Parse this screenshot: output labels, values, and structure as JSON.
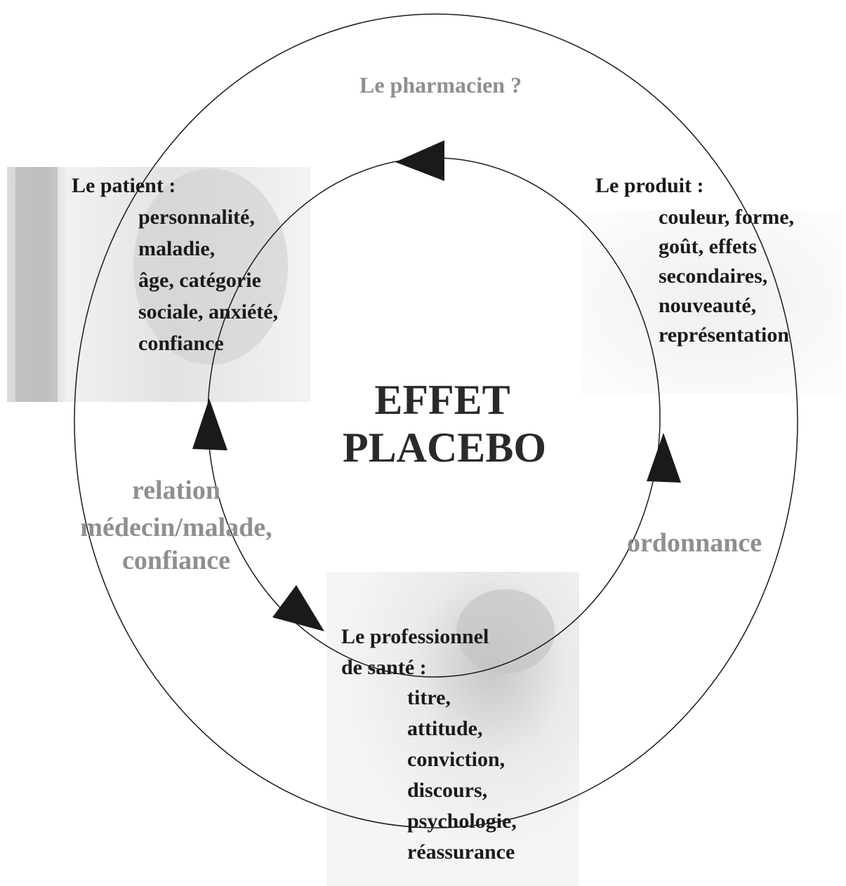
{
  "center": {
    "line1": "EFFET",
    "line2": "PLACEBO"
  },
  "pharmacien": "Le pharmacien ?",
  "patient": {
    "title": "Le patient :",
    "items": [
      "personnalité,",
      "maladie,",
      "âge, catégorie",
      "sociale, anxiété,",
      "confiance"
    ]
  },
  "produit": {
    "title": "Le produit :",
    "items": [
      "couleur, forme,",
      "goût, effets",
      "secondaires,",
      "nouveauté,",
      "représentation"
    ]
  },
  "professionnel": {
    "title_line1": "Le professionnel",
    "title_line2": "de santé :",
    "items": [
      "titre,",
      "attitude,",
      "conviction,",
      "discours,",
      "psychologie,",
      "réassurance"
    ]
  },
  "relation": {
    "line1": "relation",
    "line2": "médecin/malade,",
    "line3": "confiance"
  },
  "ordonnance": "ordonnance",
  "colors": {
    "text": "#1a1a1a",
    "faded_text": "#8f8f8f",
    "arrow": "#1a1a1a"
  }
}
